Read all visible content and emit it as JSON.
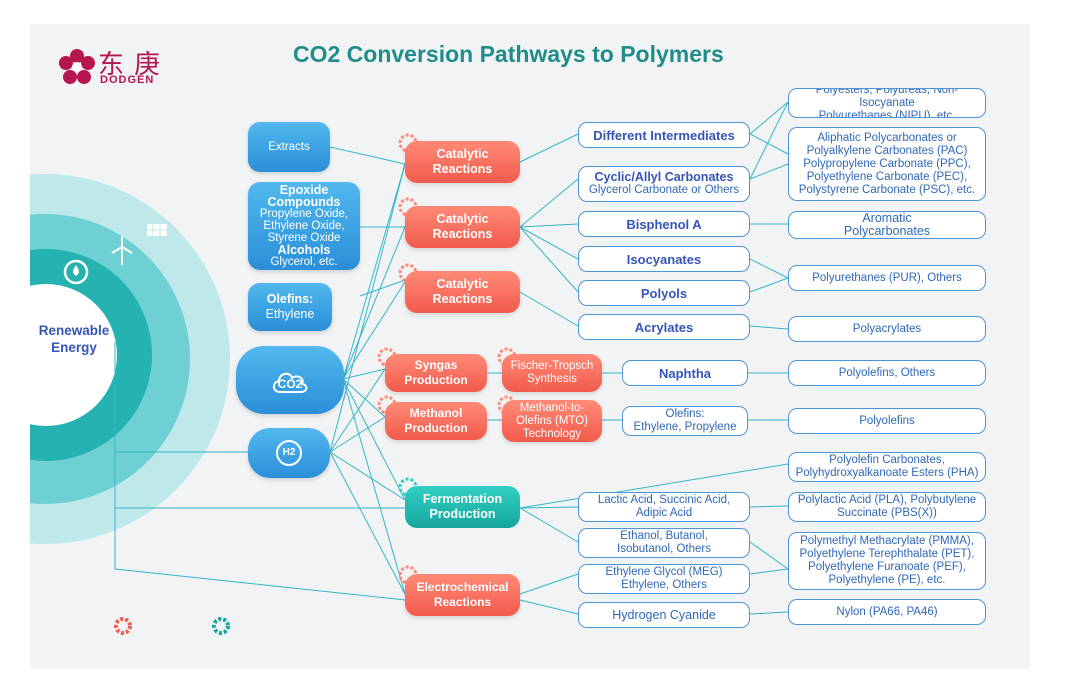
{
  "header": {
    "title": "CO2 Conversion Pathways to Polymers",
    "logo_cn": "东庚",
    "logo_en": "DODGEN"
  },
  "hub": {
    "label_line1": "Renewable",
    "label_line2": "Energy"
  },
  "sources": {
    "extracts": "Extracts",
    "epoxide": {
      "h1": "Epoxide",
      "h2": "Compounds",
      "l1": "Propylene Oxide,",
      "l2": "Ethylene Oxide,",
      "l3": "Styrene Oxide",
      "h3": "Alcohols",
      "l4": "Glycerol, etc."
    },
    "olefins": {
      "h": "Olefins:",
      "l": "Ethylene"
    },
    "co2": "CO2",
    "h2": "H2"
  },
  "processes": {
    "cat1": [
      "Catalytic",
      "Reactions"
    ],
    "cat2": [
      "Catalytic",
      "Reactions"
    ],
    "cat3": [
      "Catalytic",
      "Reactions"
    ],
    "syngas": [
      "Syngas",
      "Production"
    ],
    "methanol": [
      "Methanol",
      "Production"
    ],
    "fischer": [
      "Fischer-Tropsch",
      "Synthesis"
    ],
    "mto": [
      "Methanol-to-",
      "Olefins (MTO)",
      "Technology"
    ],
    "fermentation": [
      "Fermentation",
      "Production"
    ],
    "electrochem": [
      "Electrochemical",
      "Reactions"
    ]
  },
  "intermediates": {
    "diff": "Different Intermediates",
    "cyclic": {
      "h": "Cyclic/Allyl Carbonates",
      "l": "Glycerol Carbonate or Others"
    },
    "bisphenol": "Bisphenol A",
    "isocyanates": "Isocyanates",
    "polyols": "Polyols",
    "acrylates": "Acrylates",
    "naphtha": "Naphtha",
    "olefins2": [
      "Olefins:",
      "Ethylene, Propylene"
    ],
    "lactic": [
      "Lactic Acid, Succinic Acid,",
      "Adipic Acid"
    ],
    "ethanol": [
      "Ethanol, Butanol,",
      "Isobutanol, Others"
    ],
    "meg": [
      "Ethylene Glycol (MEG)",
      "Ethylene, Others"
    ],
    "hcn": "Hydrogen Cyanide"
  },
  "products": {
    "p1": [
      "Polyesters, Polyureas, Non-Isocyanate",
      "Polyurethanes (NIPU), etc."
    ],
    "p2": [
      "Aliphatic Polycarbonates or",
      "Polyalkylene Carbonates (PAC)",
      "Polypropylene Carbonate (PPC),",
      "Polyethylene Carbonate (PEC),",
      "Polystyrene Carbonate (PSC), etc."
    ],
    "p3": [
      "Aromatic",
      "Polycarbonates"
    ],
    "p4": "Polyurethanes (PUR), Others",
    "p5": "Polyacrylates",
    "p6": "Polyolefins, Others",
    "p7": "Polyolefins",
    "p8": [
      "Polyolefin Carbonates,",
      "Polyhydroxyalkanoate Esters (PHA)"
    ],
    "p9": [
      "Polylactic Acid (PLA), Polybutylene",
      "Succinate (PBS(X))"
    ],
    "p10": [
      "Polymethyl Methacrylate (PMMA),",
      "Polyethylene Terephthalate (PET),",
      "Polyethylene Furanoate (PEF),",
      "Polyethylene (PE), etc."
    ],
    "p11": "Nylon (PA66, PA46)"
  },
  "colors": {
    "title": "#1f8d8a",
    "brand": "#b5164f",
    "blue": "#2a8fd8",
    "red": "#f15b4c",
    "teal": "#16a69e",
    "line": "#34b6c9"
  }
}
